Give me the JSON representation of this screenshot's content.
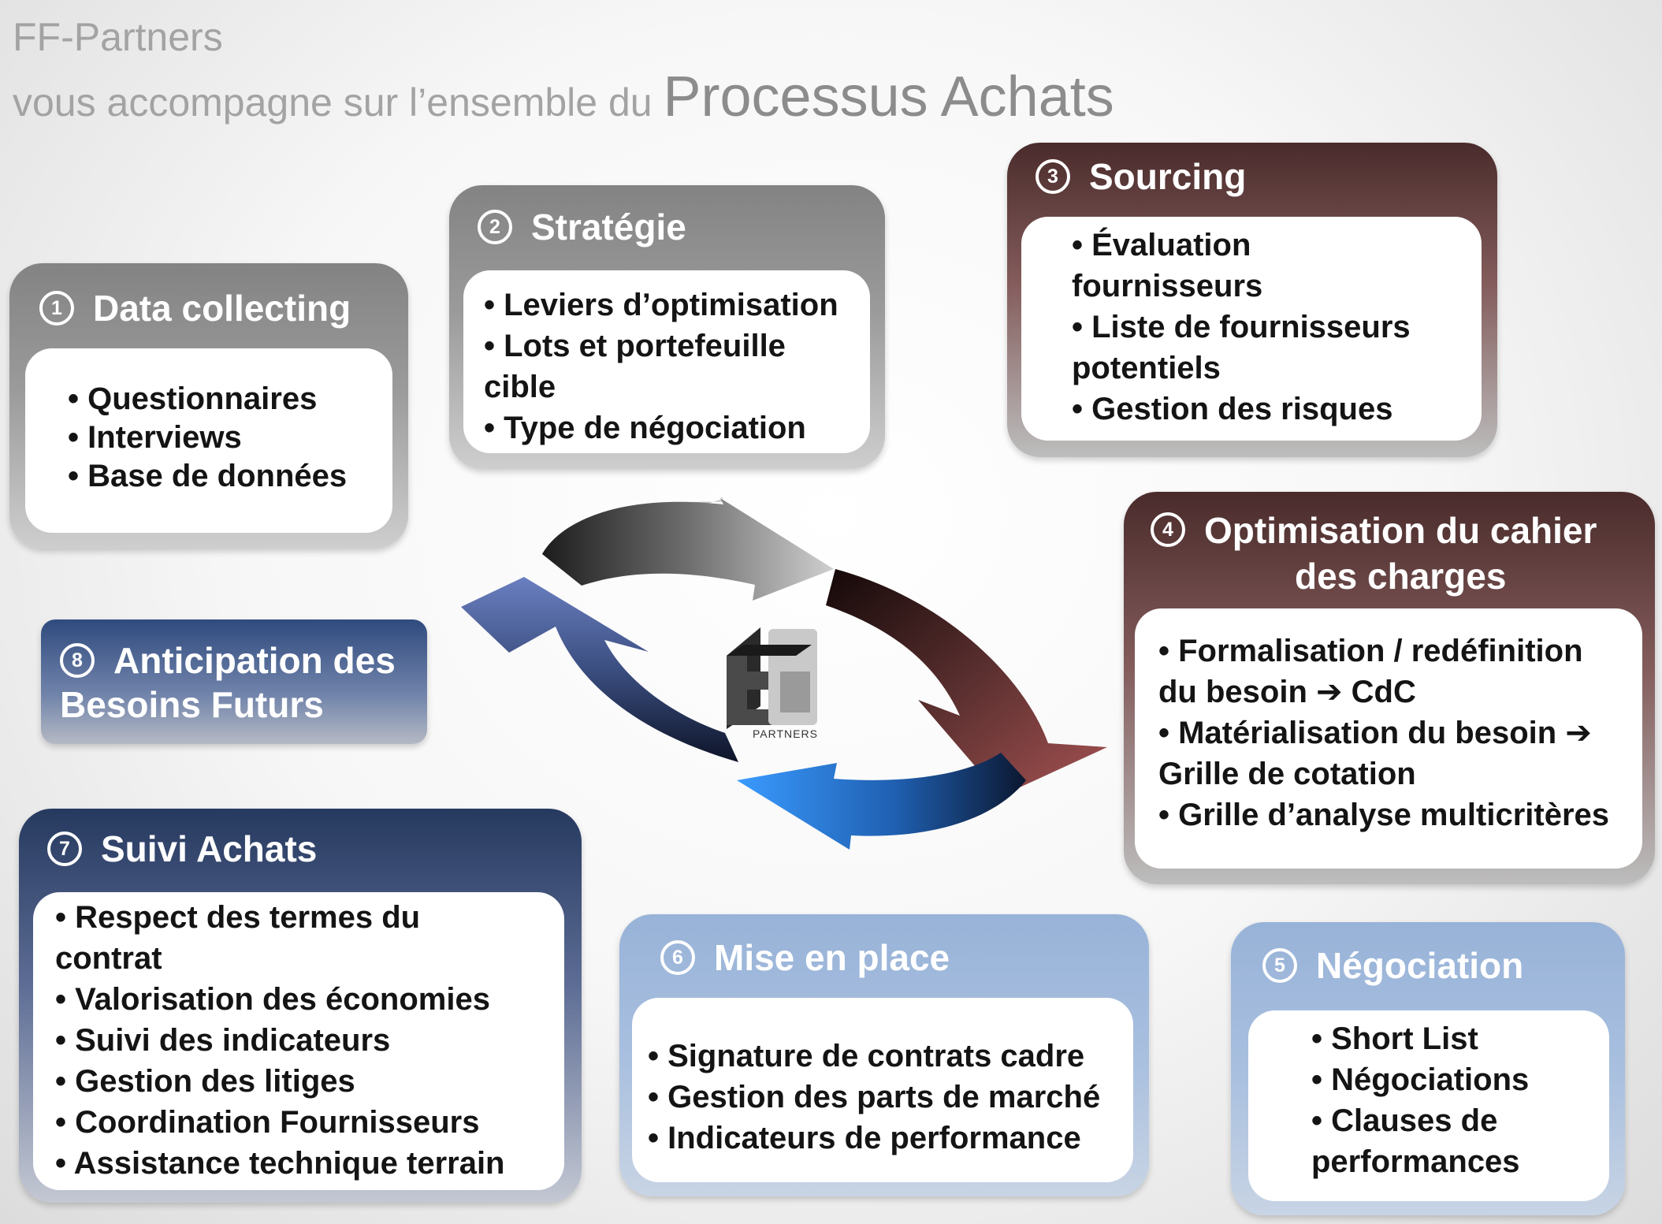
{
  "header": {
    "company": "FF-Partners",
    "tagline_prefix": "vous accompagne sur l’ensemble du",
    "tagline_emphasis": "Processus Achats"
  },
  "steps": {
    "s1": {
      "number": "1",
      "title": "Data collecting",
      "items": [
        "• Questionnaires",
        "• Interviews",
        "• Base de données"
      ]
    },
    "s2": {
      "number": "2",
      "title": "Stratégie",
      "items": [
        "• Leviers d’optimisation",
        "• Lots et portefeuille cible",
        "• Type de négociation"
      ]
    },
    "s3": {
      "number": "3",
      "title": "Sourcing",
      "items": [
        "• Évaluation fournisseurs",
        "• Liste de fournisseurs potentiels",
        "• Gestion des risques"
      ]
    },
    "s4": {
      "number": "4",
      "title_line1": "Optimisation du cahier",
      "title_line2": "des charges",
      "items": [
        "• Formalisation / redéfinition du  besoin ➔ CdC",
        "• Matérialisation du besoin ➔ Grille de cotation",
        "• Grille d’analyse multicritères"
      ]
    },
    "s5": {
      "number": "5",
      "title": "Négociation",
      "items": [
        "• Short List",
        "• Négociations",
        "• Clauses de performances"
      ]
    },
    "s6": {
      "number": "6",
      "title": "Mise en place",
      "items": [
        "• Signature de contrats cadre",
        "• Gestion des parts de marché",
        "• Indicateurs de performance"
      ]
    },
    "s7": {
      "number": "7",
      "title": "Suivi Achats",
      "items": [
        "• Respect des termes du contrat",
        "• Valorisation des économies",
        "• Suivi des indicateurs",
        "• Gestion des litiges",
        "• Coordination Fournisseurs",
        "• Assistance technique terrain"
      ]
    },
    "s8": {
      "number": "8",
      "title_line1": "Anticipation des",
      "title_line2": "Besoins Futurs"
    }
  },
  "logo": {
    "caption": "PARTNERS"
  },
  "colors": {
    "header_text": "#a3a3a3",
    "gray_box": "#838383",
    "brown_box": "#4a2b2b",
    "dark_blue_box": "#26395f",
    "light_blue_box": "#98b3d8"
  }
}
